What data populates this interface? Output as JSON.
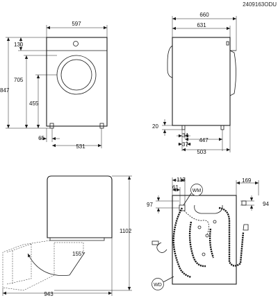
{
  "drawing_code": "2409163ODU",
  "front_view": {
    "width": "597",
    "top": "130",
    "door_top": "705",
    "door_center": "455",
    "feet_offset": "65",
    "feet_span": "531",
    "height": "847"
  },
  "side_view": {
    "depth_total": "660",
    "depth_body": "631",
    "feet_height": "20",
    "rear_foot_x": "34",
    "rear_foot_gap": "37",
    "foot_span": "447",
    "foot_to_front": "503"
  },
  "door_view": {
    "height_door_open": "1102",
    "width_door_open": "943",
    "door_angle": "155°"
  },
  "rear_view": {
    "wm_label": "WM",
    "wd_label": "WD",
    "inlet_offset": "113",
    "inlet_to_edge": "61",
    "outlet_offset": "169",
    "height_left": "97",
    "height_right": "94"
  }
}
